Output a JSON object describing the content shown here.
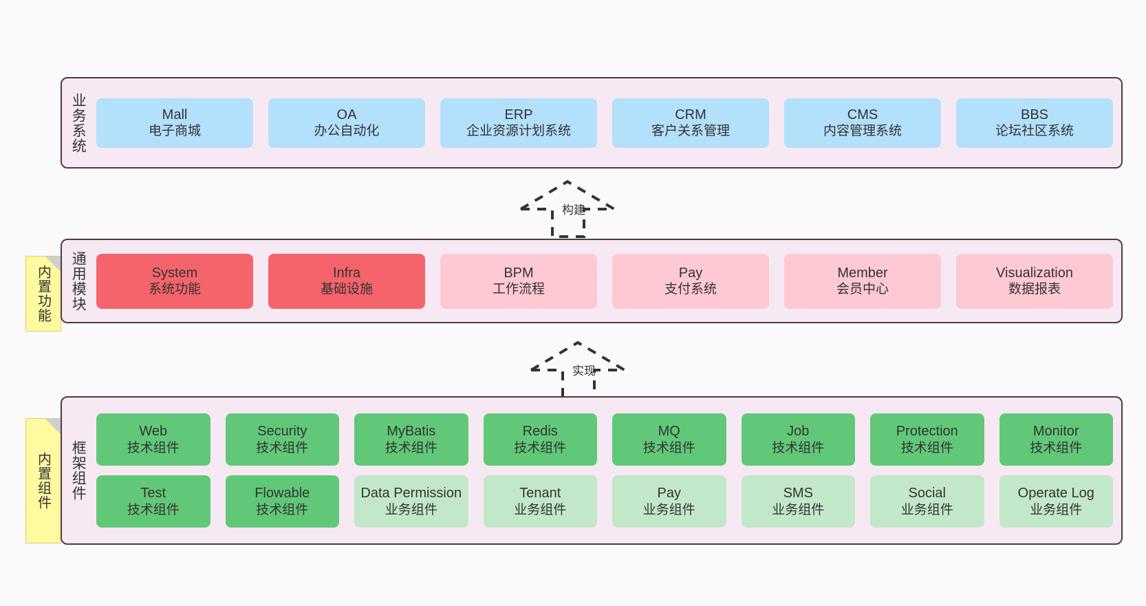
{
  "diagram": {
    "background": "#fafafa",
    "layers": [
      {
        "id": "business",
        "title": "业务系统",
        "rows": [
          [
            {
              "name": "Mall",
              "sub": "电子商城",
              "color": "blue"
            },
            {
              "name": "OA",
              "sub": "办公自动化",
              "color": "blue"
            },
            {
              "name": "ERP",
              "sub": "企业资源计划系统",
              "color": "blue"
            },
            {
              "name": "CRM",
              "sub": "客户关系管理",
              "color": "blue"
            },
            {
              "name": "CMS",
              "sub": "内容管理系统",
              "color": "blue"
            },
            {
              "name": "BBS",
              "sub": "论坛社区系统",
              "color": "blue"
            }
          ]
        ]
      },
      {
        "id": "common",
        "title": "通用模块",
        "note": "内置功能",
        "rows": [
          [
            {
              "name": "System",
              "sub": "系统功能",
              "color": "red"
            },
            {
              "name": "Infra",
              "sub": "基础设施",
              "color": "red"
            },
            {
              "name": "BPM",
              "sub": "工作流程",
              "color": "pink"
            },
            {
              "name": "Pay",
              "sub": "支付系统",
              "color": "pink"
            },
            {
              "name": "Member",
              "sub": "会员中心",
              "color": "pink"
            },
            {
              "name": "Visualization",
              "sub": "数据报表",
              "color": "pink"
            }
          ]
        ]
      },
      {
        "id": "framework",
        "title": "框架组件",
        "note": "内置组件",
        "rows": [
          [
            {
              "name": "Web",
              "sub": "技术组件",
              "color": "green"
            },
            {
              "name": "Security",
              "sub": "技术组件",
              "color": "green"
            },
            {
              "name": "MyBatis",
              "sub": "技术组件",
              "color": "green"
            },
            {
              "name": "Redis",
              "sub": "技术组件",
              "color": "green"
            },
            {
              "name": "MQ",
              "sub": "技术组件",
              "color": "green"
            },
            {
              "name": "Job",
              "sub": "技术组件",
              "color": "green"
            },
            {
              "name": "Protection",
              "sub": "技术组件",
              "color": "green"
            },
            {
              "name": "Monitor",
              "sub": "技术组件",
              "color": "green"
            }
          ],
          [
            {
              "name": "Test",
              "sub": "技术组件",
              "color": "green"
            },
            {
              "name": "Flowable",
              "sub": "技术组件",
              "color": "green"
            },
            {
              "name": "Data Permission",
              "sub": "业务组件",
              "color": "lightgreen"
            },
            {
              "name": "Tenant",
              "sub": "业务组件",
              "color": "lightgreen"
            },
            {
              "name": "Pay",
              "sub": "业务组件",
              "color": "lightgreen"
            },
            {
              "name": "SMS",
              "sub": "业务组件",
              "color": "lightgreen"
            },
            {
              "name": "Social",
              "sub": "业务组件",
              "color": "lightgreen"
            },
            {
              "name": "Operate Log",
              "sub": "业务组件",
              "color": "lightgreen"
            }
          ]
        ]
      }
    ],
    "connectors": [
      {
        "id": "build",
        "label": "构建",
        "style": "dashed-hollow-arrow-up"
      },
      {
        "id": "impl",
        "label": "实现",
        "style": "dashed-hollow-arrow-up"
      }
    ],
    "colors": {
      "blue": "#b3e0fb",
      "red": "#f4646a",
      "pink": "#fdc9d2",
      "green": "#61c878",
      "lightgreen": "#c2e8c9",
      "layer_fill": "#f7e9f4",
      "layer_border": "#4a3b48",
      "note_fill": "#fdfaa0",
      "connector": "#333333"
    }
  }
}
